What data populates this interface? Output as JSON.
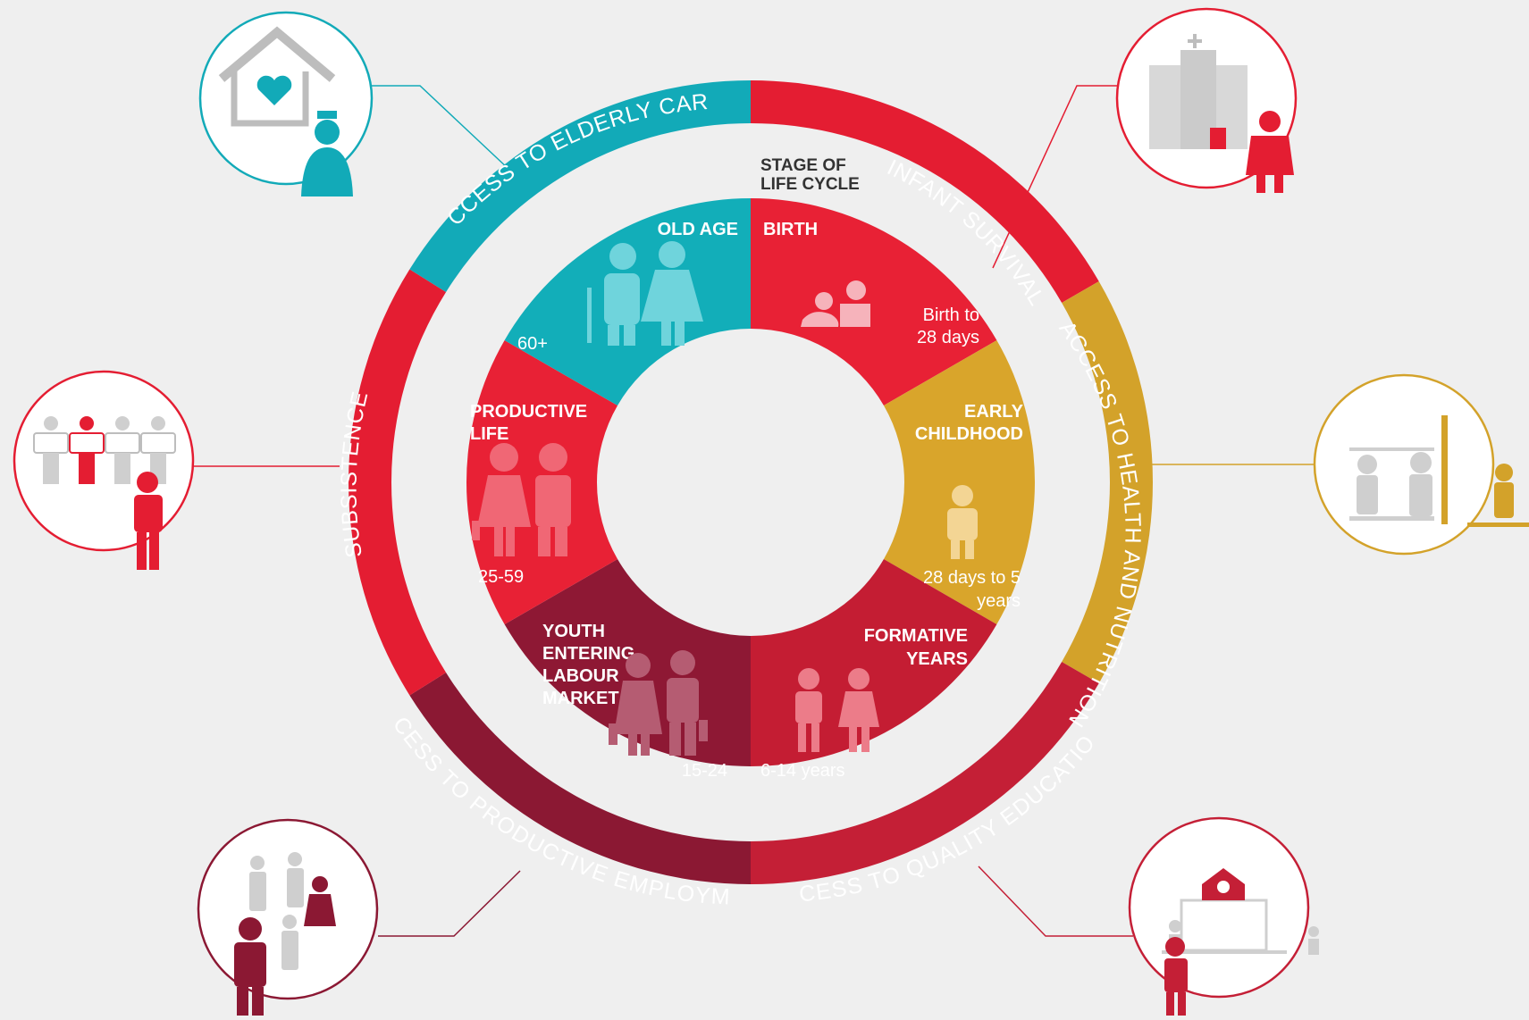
{
  "title_lines": [
    "STAGE OF",
    "LIFE CYCLE"
  ],
  "colors": {
    "background": "#efefef",
    "red": "#e41d32",
    "teal": "#12aab8",
    "gold": "#d3a22a",
    "crimson": "#c41f36",
    "maroon": "#8b1833",
    "inner_red": "#e82135",
    "inner_gold": "#d9a52b",
    "inner_crimson": "#c41d33",
    "inner_maroon": "#8e1834",
    "inner_teal": "#12aeb9",
    "icon_gray": "#c8c8c8"
  },
  "stages": [
    {
      "id": "birth",
      "label_lines": [
        "BIRTH"
      ],
      "range_lines": [
        "Birth to",
        "28 days"
      ],
      "icon": "baby-icon"
    },
    {
      "id": "early-childhood",
      "label_lines": [
        "EARLY",
        "CHILDHOOD"
      ],
      "range_lines": [
        "28 days to 5",
        "years"
      ],
      "icon": "child-icon"
    },
    {
      "id": "formative-years",
      "label_lines": [
        "FORMATIVE",
        "YEARS"
      ],
      "range_lines": [
        "6-14 years"
      ],
      "icon": "schoolchildren-icon"
    },
    {
      "id": "youth",
      "label_lines": [
        "YOUTH",
        "ENTERING",
        "LABOUR",
        "MARKET"
      ],
      "range_lines": [
        "15-24"
      ],
      "icon": "youth-couple-icon"
    },
    {
      "id": "productive-life",
      "label_lines": [
        "PRODUCTIVE",
        "LIFE"
      ],
      "range_lines": [
        "25-59"
      ],
      "icon": "adult-couple-icon"
    },
    {
      "id": "old-age",
      "label_lines": [
        "OLD AGE"
      ],
      "range_lines": [
        "60+"
      ],
      "icon": "elderly-couple-icon"
    }
  ],
  "outer_ring": [
    {
      "id": "infant-survival",
      "label": "INFANT SURVIVAL"
    },
    {
      "id": "health-nutrition",
      "label": "ACCESS TO HEALTH AND NUTRITION"
    },
    {
      "id": "quality-education",
      "label": "ACCESS TO QUALITY EDUCATION"
    },
    {
      "id": "productive-employment",
      "label": "ACCESS TO PRODUCTIVE EMPLOYMENT"
    },
    {
      "id": "subsistence",
      "label": "SUBSISTENCE"
    },
    {
      "id": "elderly-care",
      "label": "ACCESS TO ELDERLY CARE"
    }
  ],
  "corner_icons": [
    {
      "id": "elderly-care",
      "icon": "care-home-nurse-icon"
    },
    {
      "id": "infant-survival",
      "icon": "hospital-mother-icon"
    },
    {
      "id": "health-nutrition",
      "icon": "growth-measurement-icon"
    },
    {
      "id": "subsistence",
      "icon": "cash-transfer-icon"
    },
    {
      "id": "productive-employment",
      "icon": "workers-group-icon"
    },
    {
      "id": "quality-education",
      "icon": "school-building-icon"
    }
  ]
}
